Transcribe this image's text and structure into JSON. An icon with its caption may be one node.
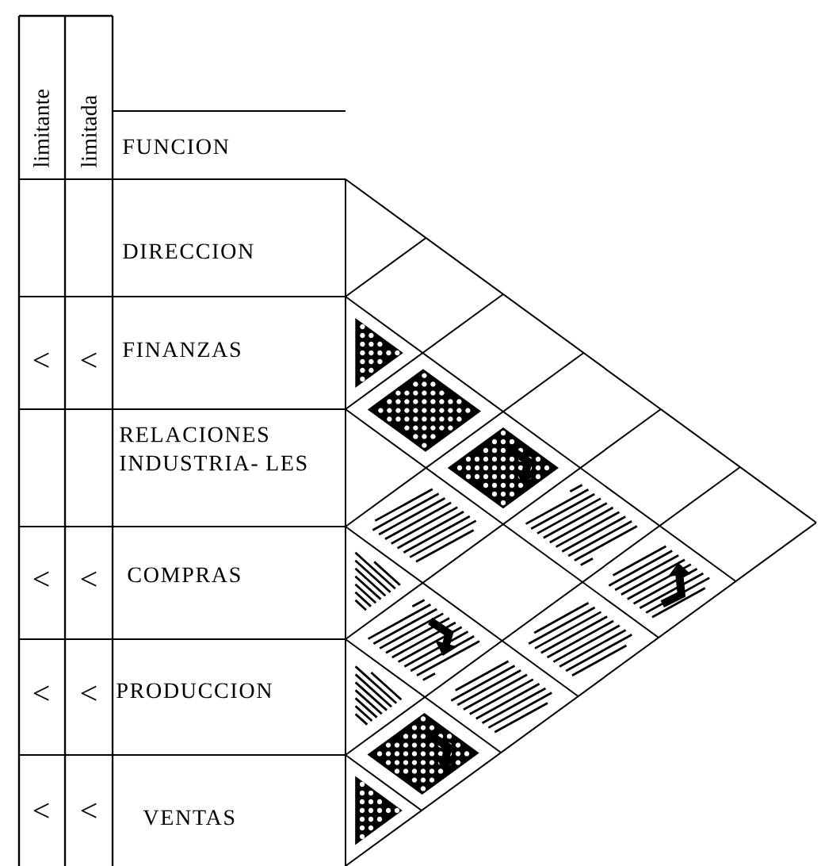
{
  "diagram": {
    "labels": [
      "limitante",
      "limitada",
      "FUNCION",
      "DIRECCION",
      "<",
      "<",
      "FINANZAS",
      "RELACIONES INDUSTRIA- LES",
      "<",
      "<",
      "COMPRAS",
      "<",
      "<",
      "PRODUCCION",
      "<",
      "<",
      "VENTAS"
    ]
  }
}
